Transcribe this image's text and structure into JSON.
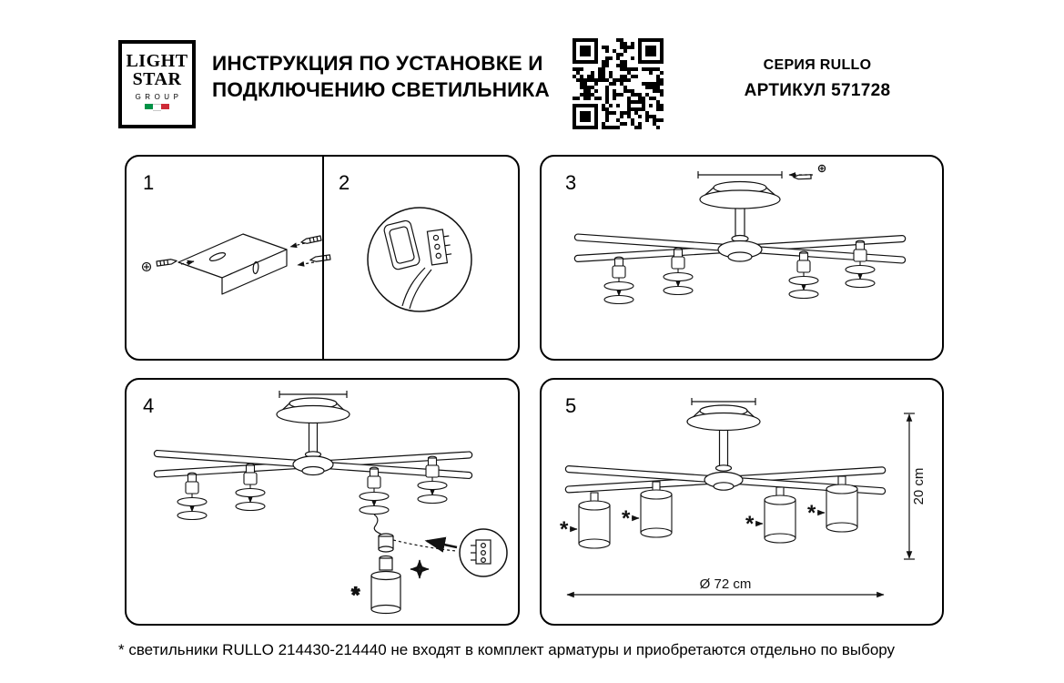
{
  "header": {
    "logo": {
      "line1": "LIGHT",
      "line2": "STAR",
      "line3": "GROUP"
    },
    "title_line1": "ИНСТРУКЦИЯ ПО УСТАНОВКЕ И",
    "title_line2": "ПОДКЛЮЧЕНИЮ СВЕТИЛЬНИКА",
    "series": "СЕРИЯ RULLO",
    "article": "АРТИКУЛ 571728"
  },
  "steps": {
    "s1": "1",
    "s2": "2",
    "s3": "3",
    "s4": "4",
    "s5": "5"
  },
  "dimensions": {
    "height": "20 cm",
    "diameter": "Ø 72 cm"
  },
  "markers": {
    "asterisk": "*"
  },
  "footnote": "* светильники RULLO 214430-214440 не входят в комплект арматуры и приобретаются отдельно по выбору"
}
